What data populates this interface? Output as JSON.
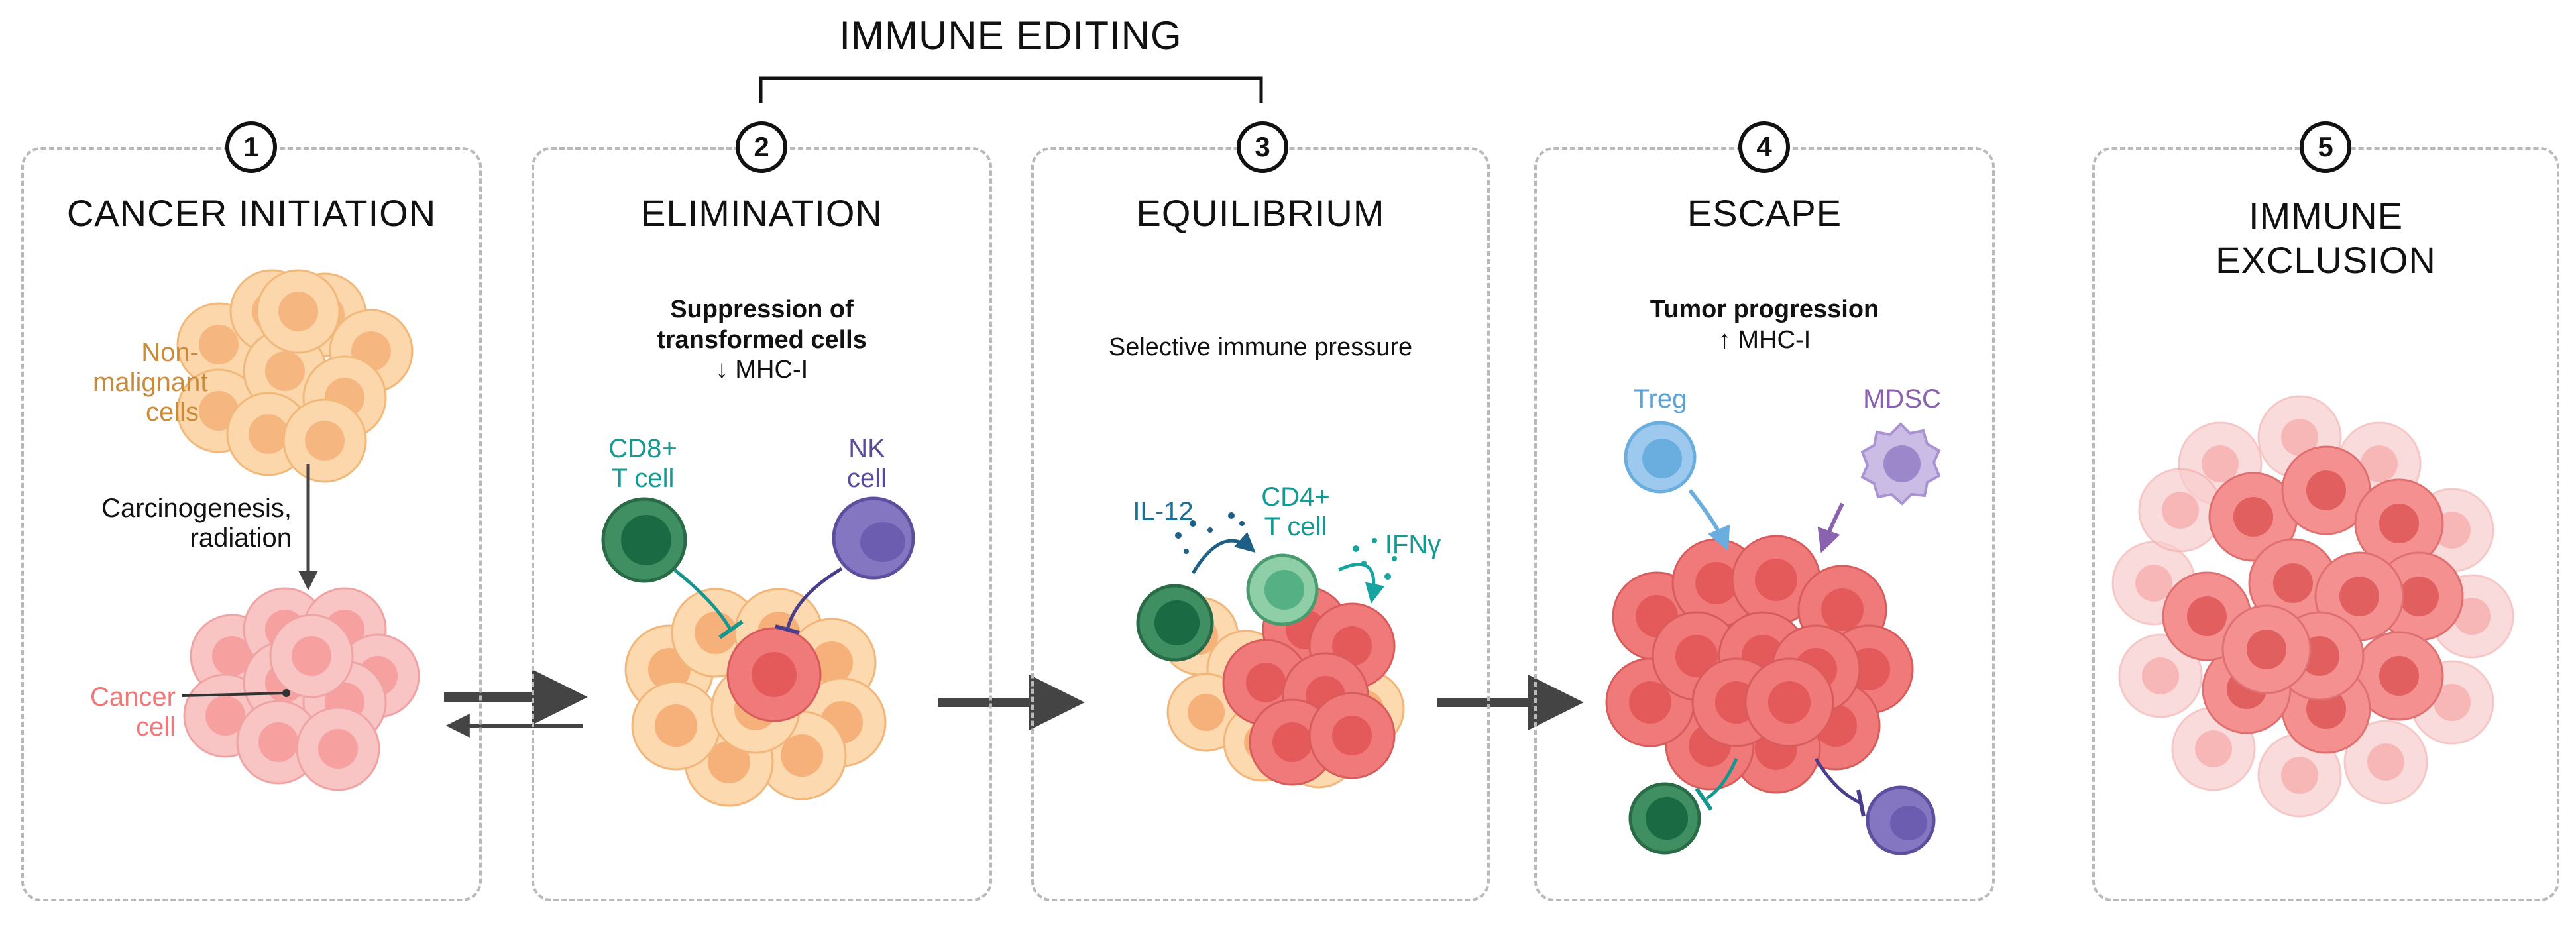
{
  "header": {
    "title": "IMMUNE EDITING"
  },
  "panels": [
    {
      "num": "1",
      "title": "CANCER INITIATION"
    },
    {
      "num": "2",
      "title": "ELIMINATION"
    },
    {
      "num": "3",
      "title": "EQUILIBRIUM"
    },
    {
      "num": "4",
      "title": "ESCAPE"
    },
    {
      "num": "5",
      "title_line1": "IMMUNE",
      "title_line2": "EXCLUSION"
    }
  ],
  "p1": {
    "nonmalignant_l1": "Non-",
    "nonmalignant_l2": "malignant",
    "nonmalignant_l3": "cells",
    "process_l1": "Carcinogenesis,",
    "process_l2": "radiation",
    "cancer_l1": "Cancer",
    "cancer_l2": "cell"
  },
  "p2": {
    "heading_l1": "Suppression of",
    "heading_l2": "transformed cells",
    "mhc": "↓ MHC-I",
    "cd8_l1": "CD8+",
    "cd8_l2": "T cell",
    "nk_l1": "NK",
    "nk_l2": "cell"
  },
  "p3": {
    "heading": "Selective immune pressure",
    "il12": "IL-12",
    "cd4_l1": "CD4+",
    "cd4_l2": "T cell",
    "ifn": "IFNγ"
  },
  "p4": {
    "heading": "Tumor progression",
    "mhc": "↑ MHC-I",
    "treg": "Treg",
    "mdsc": "MDSC"
  },
  "colors": {
    "orange_text": "#c98a3a",
    "pink_text": "#f07878",
    "teal_text": "#149a92",
    "purple_text": "#5a4a9a",
    "blue_text": "#5aa3d8",
    "mdsc_text": "#8a62b0",
    "il12_text": "#1e6f96"
  }
}
